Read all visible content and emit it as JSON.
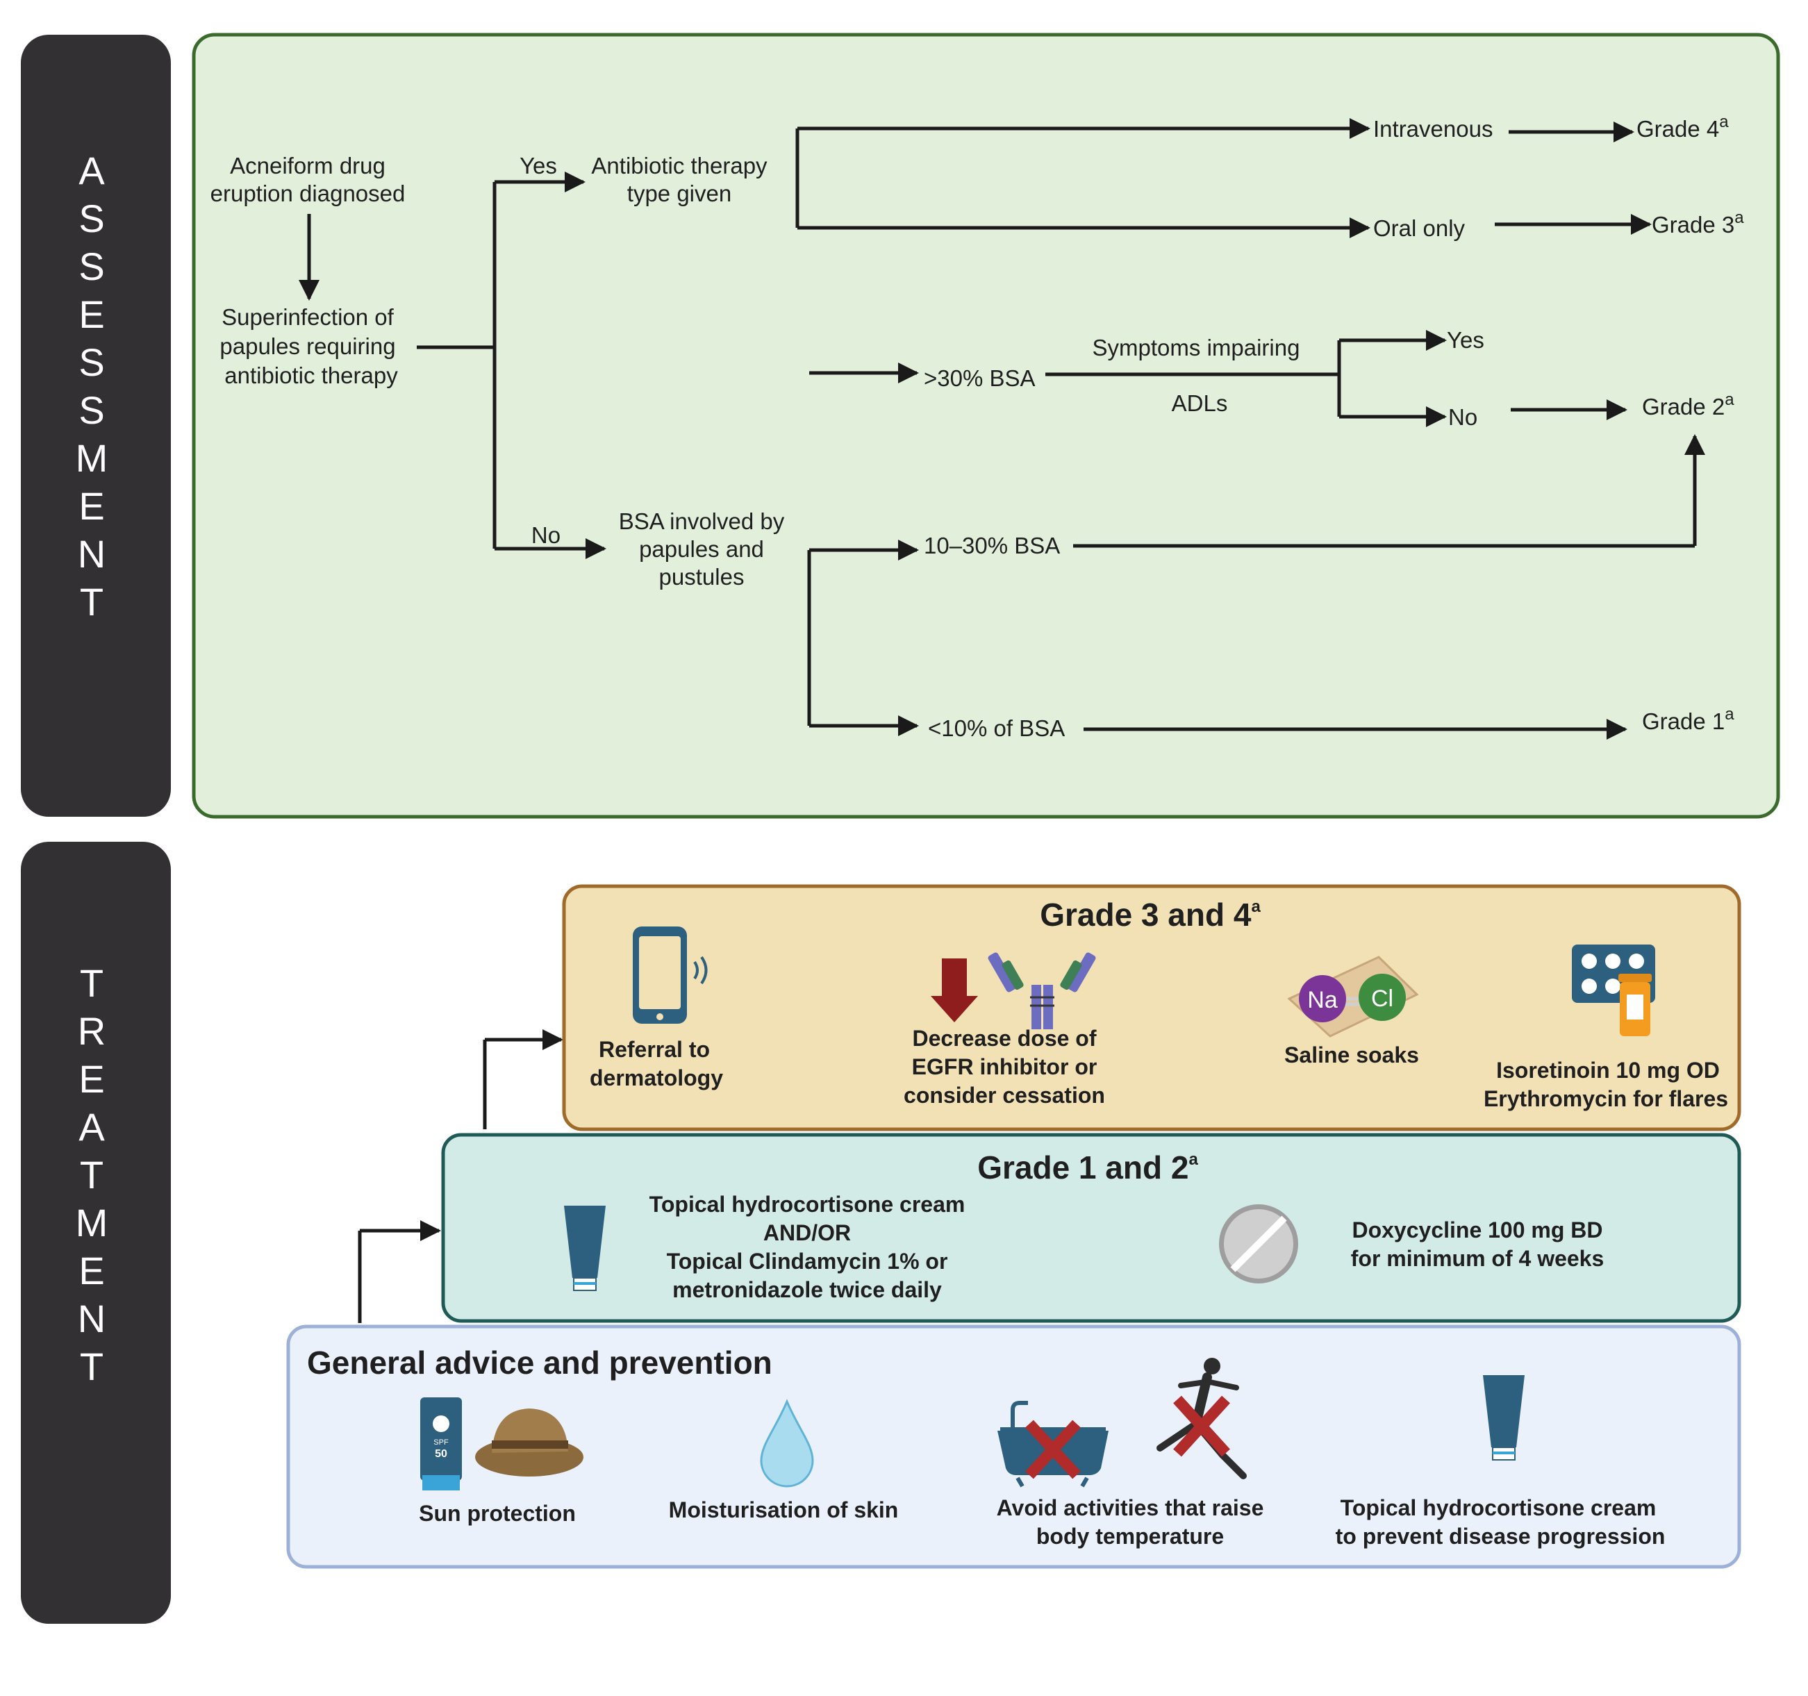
{
  "sidebar": {
    "assessment_letters": [
      "A",
      "S",
      "S",
      "E",
      "S",
      "S",
      "M",
      "E",
      "N",
      "T"
    ],
    "treatment_letters": [
      "T",
      "R",
      "E",
      "A",
      "T",
      "M",
      "E",
      "N",
      "T"
    ]
  },
  "assessment": {
    "start": [
      "Acneiform drug",
      "eruption diagnosed"
    ],
    "superinfection": [
      "Superinfection of",
      "papules requiring",
      "antibiotic therapy"
    ],
    "yes": "Yes",
    "no": "No",
    "antibiotic": [
      "Antibiotic therapy",
      "type given"
    ],
    "intravenous": "Intravenous",
    "oral_only": "Oral only",
    "grade4": "Grade 4",
    "grade3": "Grade 3",
    "bsa": [
      "BSA involved by",
      "papules and",
      "pustules"
    ],
    "gt30": ">30% BSA",
    "symptoms": "Symptoms impairing",
    "adls": "ADLs",
    "yes2": "Yes",
    "no2": "No",
    "grade2": "Grade 2",
    "mid": "10–30% BSA",
    "lt10": "<10% of BSA",
    "grade1": "Grade 1",
    "sup": "a"
  },
  "treatment": {
    "grade34": {
      "title": "Grade 3 and 4",
      "items": [
        [
          "Referral to",
          "dermatology"
        ],
        [
          "Decrease dose of",
          "EGFR inhibitor or",
          "consider cessation"
        ],
        [
          "Saline soaks"
        ],
        [
          "Isoretinoin 10 mg OD",
          "Erythromycin for flares"
        ]
      ],
      "na": "Na",
      "cl": "Cl"
    },
    "grade12": {
      "title": "Grade 1 and 2",
      "left": [
        "Topical hydrocortisone cream",
        "AND/OR",
        "Topical Clindamycin 1% or",
        "metronidazole twice daily"
      ],
      "right": [
        "Doxycycline 100 mg BD",
        "for minimum of 4 weeks"
      ]
    },
    "general": {
      "title": "General advice and prevention",
      "items": [
        [
          "Sun protection"
        ],
        [
          "Moisturisation of skin"
        ],
        [
          "Avoid activities that raise",
          "body temperature"
        ],
        [
          "Topical hydrocortisone cream",
          "to prevent disease progression"
        ]
      ],
      "spf": "SPF",
      "spf_value": "50"
    }
  },
  "colors": {
    "sidebar": "#333033",
    "assessment_fill": "#e2efdb",
    "assessment_border": "#3b6b2c",
    "grade34_fill": "#f1e1b4",
    "grade34_border": "#a06a2b",
    "grade12_fill": "#d3ebe7",
    "grade12_border": "#1f5b56",
    "general_fill": "#eaf1fb",
    "general_border": "#9db1d8",
    "tube": "#2d5f7e",
    "down_arrow": "#8f1d1d",
    "cross": "#b22b2b"
  }
}
